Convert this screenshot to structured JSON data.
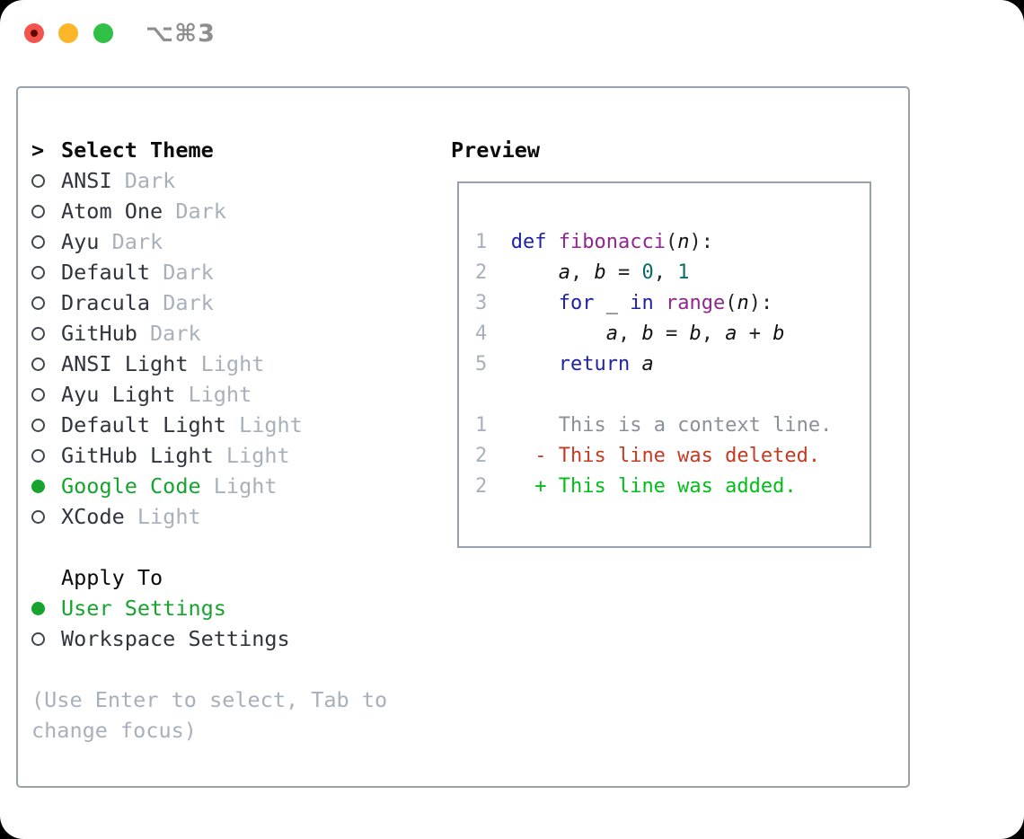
{
  "titlebar": {
    "shortcut": "⌥⌘3"
  },
  "colors": {
    "accent_green": "#16a42e",
    "list_text": "#30343d",
    "muted": "#a8b0bc",
    "panel_border": "#99a1ab",
    "keyword": "#1e22a8",
    "function_name": "#8f278f",
    "number_literal": "#0d6a6a",
    "plain_code": "#222222",
    "context_line": "#8a909a",
    "deleted_line": "#c63a22",
    "added_line": "#00bf18",
    "traffic_red": "#f4544d",
    "traffic_yellow": "#fdb52a",
    "traffic_green": "#30c045"
  },
  "theme_selector": {
    "cursor_marker": ">",
    "title": "Select Theme",
    "items": [
      {
        "label": "ANSI",
        "variant": "Dark",
        "selected": false
      },
      {
        "label": "Atom One",
        "variant": "Dark",
        "selected": false
      },
      {
        "label": "Ayu",
        "variant": "Dark",
        "selected": false
      },
      {
        "label": "Default",
        "variant": "Dark",
        "selected": false
      },
      {
        "label": "Dracula",
        "variant": "Dark",
        "selected": false
      },
      {
        "label": "GitHub",
        "variant": "Dark",
        "selected": false
      },
      {
        "label": "ANSI Light",
        "variant": "Light",
        "selected": false
      },
      {
        "label": "Ayu Light",
        "variant": "Light",
        "selected": false
      },
      {
        "label": "Default Light",
        "variant": "Light",
        "selected": false
      },
      {
        "label": "GitHub Light",
        "variant": "Light",
        "selected": false
      },
      {
        "label": "Google Code",
        "variant": "Light",
        "selected": true
      },
      {
        "label": "XCode",
        "variant": "Light",
        "selected": false
      }
    ],
    "apply_to": {
      "title": "Apply To",
      "options": [
        {
          "label": "User Settings",
          "selected": true
        },
        {
          "label": "Workspace Settings",
          "selected": false
        }
      ]
    },
    "hint_line1": "(Use Enter to select, Tab to",
    "hint_line2": "change focus)"
  },
  "preview": {
    "title": "Preview",
    "lines": [
      [
        {
          "c": "ln",
          "t": "1  "
        },
        {
          "c": "kwd",
          "t": "def "
        },
        {
          "c": "typ",
          "t": "fibonacci"
        },
        {
          "c": "pun",
          "t": "("
        },
        {
          "c": "var",
          "t": "n"
        },
        {
          "c": "pun",
          "t": "):"
        }
      ],
      [
        {
          "c": "ln",
          "t": "2  "
        },
        {
          "c": "pln",
          "t": "    "
        },
        {
          "c": "var",
          "t": "a"
        },
        {
          "c": "pun",
          "t": ", "
        },
        {
          "c": "var",
          "t": "b"
        },
        {
          "c": "pun",
          "t": " = "
        },
        {
          "c": "lit",
          "t": "0"
        },
        {
          "c": "pun",
          "t": ", "
        },
        {
          "c": "lit",
          "t": "1"
        }
      ],
      [
        {
          "c": "ln",
          "t": "3  "
        },
        {
          "c": "pln",
          "t": "    "
        },
        {
          "c": "kwd",
          "t": "for"
        },
        {
          "c": "pln",
          "t": " _ "
        },
        {
          "c": "kwd",
          "t": "in"
        },
        {
          "c": "pln",
          "t": " "
        },
        {
          "c": "typ",
          "t": "range"
        },
        {
          "c": "pun",
          "t": "("
        },
        {
          "c": "var",
          "t": "n"
        },
        {
          "c": "pun",
          "t": "):"
        }
      ],
      [
        {
          "c": "ln",
          "t": "4  "
        },
        {
          "c": "pln",
          "t": "        "
        },
        {
          "c": "var",
          "t": "a"
        },
        {
          "c": "pun",
          "t": ", "
        },
        {
          "c": "var",
          "t": "b"
        },
        {
          "c": "pun",
          "t": " = "
        },
        {
          "c": "var",
          "t": "b"
        },
        {
          "c": "pun",
          "t": ", "
        },
        {
          "c": "var",
          "t": "a"
        },
        {
          "c": "pun",
          "t": " + "
        },
        {
          "c": "var",
          "t": "b"
        }
      ],
      [
        {
          "c": "ln",
          "t": "5  "
        },
        {
          "c": "pln",
          "t": "    "
        },
        {
          "c": "kwd",
          "t": "return "
        },
        {
          "c": "var",
          "t": "a"
        }
      ],
      [],
      [
        {
          "c": "ln",
          "t": "1"
        },
        {
          "c": "pln",
          "t": "      "
        },
        {
          "c": "ctx",
          "t": "This is a context line."
        }
      ],
      [
        {
          "c": "ln",
          "t": "2"
        },
        {
          "c": "pln",
          "t": "    "
        },
        {
          "c": "del",
          "t": "- This line was deleted."
        }
      ],
      [
        {
          "c": "ln",
          "t": "2"
        },
        {
          "c": "pln",
          "t": "    "
        },
        {
          "c": "add",
          "t": "+ This line was added."
        }
      ]
    ]
  }
}
